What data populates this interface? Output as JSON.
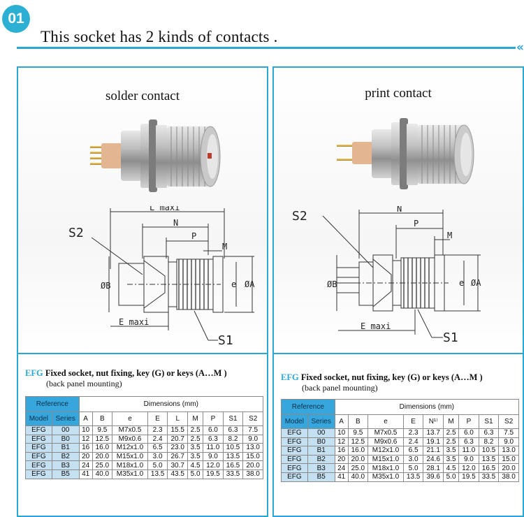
{
  "header": {
    "badge": "01",
    "title": "This socket has 2 kinds of contacts .",
    "chevron": "«"
  },
  "panels": [
    {
      "title": "solder contact",
      "drawing_labels": {
        "lmaxi": "L maxi",
        "n": "N",
        "p": "P",
        "m": "M",
        "s2": "S2",
        "b": "ØB",
        "e": "e",
        "a": "ØA",
        "emaxi": "E maxi",
        "s1": "S1"
      },
      "caption": {
        "efg": "EFG",
        "text": "Fixed socket, nut fixing, key (G) or keys (A…M )",
        "sub": "(back panel mounting)"
      },
      "table": {
        "reference": "Reference",
        "dimensions": "Dimensions (mm)",
        "columns": [
          "Model",
          "Series",
          "A",
          "B",
          "e",
          "E",
          "L",
          "M",
          "P",
          "S1",
          "S2"
        ],
        "rows": [
          [
            "EFG",
            "00",
            "10",
            "9.5",
            "M7x0.5",
            "2.3",
            "15.5",
            "2.5",
            "6.0",
            "6.3",
            "7.5"
          ],
          [
            "EFG",
            "B0",
            "12",
            "12.5",
            "M9x0.6",
            "2.4",
            "20.7",
            "2.5",
            "6.3",
            "8.2",
            "9.0"
          ],
          [
            "EFG",
            "B1",
            "16",
            "16.0",
            "M12x1.0",
            "6.5",
            "23.0",
            "3.5",
            "11.0",
            "10.5",
            "13.0"
          ],
          [
            "EFG",
            "B2",
            "20",
            "20.0",
            "M15x1.0",
            "3.0",
            "26.7",
            "3.5",
            "9.0",
            "13.5",
            "15.0"
          ],
          [
            "EFG",
            "B3",
            "24",
            "25.0",
            "M18x1.0",
            "5.0",
            "30.7",
            "4.5",
            "12.0",
            "16.5",
            "20.0"
          ],
          [
            "EFG",
            "B5",
            "41",
            "40.0",
            "M35x1.0",
            "13.5",
            "43.5",
            "5.0",
            "19.5",
            "33.5",
            "38.0"
          ]
        ]
      }
    },
    {
      "title": "print contact",
      "drawing_labels": {
        "n": "N",
        "p": "P",
        "m": "M",
        "s2": "S2",
        "b": "ØB",
        "e": "e",
        "a": "ØA",
        "emaxi": "E maxi",
        "s1": "S1"
      },
      "caption": {
        "efg": "EFG",
        "text": "Fixed socket, nut fixing, key (G) or keys (A…M )",
        "sub": "(back panel mounting)"
      },
      "table": {
        "reference": "Reference",
        "dimensions": "Dimensions (mm)",
        "columns": [
          "Model",
          "Series",
          "A",
          "B",
          "e",
          "E",
          "N¹⁾",
          "M",
          "P",
          "S1",
          "S2"
        ],
        "rows": [
          [
            "EFG",
            "00",
            "10",
            "9.5",
            "M7x0.5",
            "2.3",
            "13.7",
            "2.5",
            "6.0",
            "6.3",
            "7.5"
          ],
          [
            "EFG",
            "B0",
            "12",
            "12.5",
            "M9x0.6",
            "2.4",
            "19.1",
            "2.5",
            "6.3",
            "8.2",
            "9.0"
          ],
          [
            "EFG",
            "B1",
            "16",
            "16.0",
            "M12x1.0",
            "6.5",
            "21.1",
            "3.5",
            "11.0",
            "10.5",
            "13.0"
          ],
          [
            "EFG",
            "B2",
            "20",
            "20.0",
            "M15x1.0",
            "3.0",
            "24.6",
            "3.5",
            "9.0",
            "13.5",
            "15.0"
          ],
          [
            "EFG",
            "B3",
            "24",
            "25.0",
            "M18x1.0",
            "5.0",
            "28.1",
            "4.5",
            "12.0",
            "16.5",
            "20.0"
          ],
          [
            "EFG",
            "B5",
            "41",
            "40.0",
            "M35x1.0",
            "13.5",
            "39.6",
            "5.0",
            "19.5",
            "33.5",
            "38.0"
          ]
        ]
      }
    }
  ],
  "colors": {
    "accent": "#2aa7d2",
    "header_cell": "#36a6dc",
    "model_cell": "#c4e0f1"
  }
}
